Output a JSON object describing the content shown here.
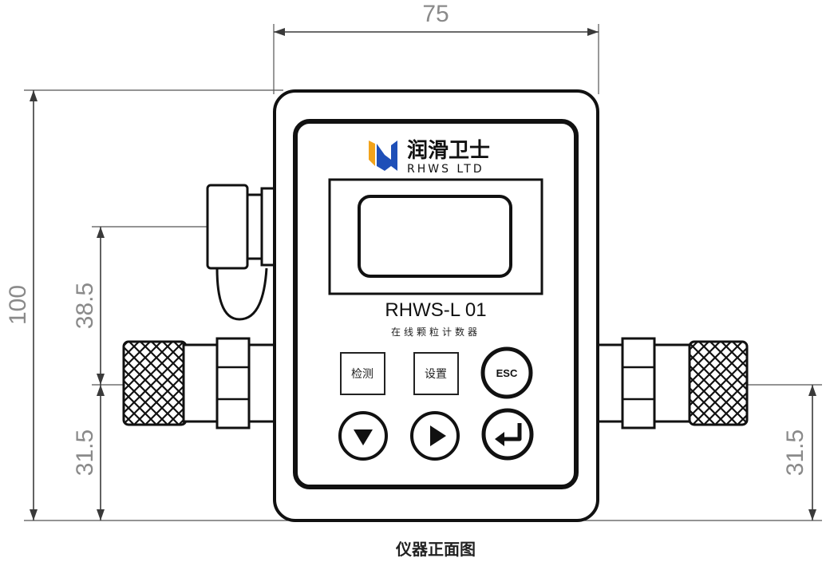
{
  "dimensions": {
    "width": "75",
    "height": "100",
    "port_to_sensor": "38.5",
    "port_from_bottom_left": "31.5",
    "port_from_bottom_right": "31.5"
  },
  "device": {
    "brand_cn": "润滑卫士",
    "brand_en": "RHWS LTD",
    "model": "RHWS-L 01",
    "subtitle": "在线颗粒计数器"
  },
  "buttons": {
    "detect": "检测",
    "settings": "设置",
    "esc": "ESC"
  },
  "caption": "仪器正面图",
  "colors": {
    "logo_orange": "#f2a31b",
    "logo_blue": "#1e4fb8",
    "outline": "#1a1a1a",
    "dimension_text": "#8a8a8a"
  },
  "icons": {
    "down": "triangle-down-icon",
    "right": "triangle-right-icon",
    "enter": "enter-arrow-icon"
  }
}
